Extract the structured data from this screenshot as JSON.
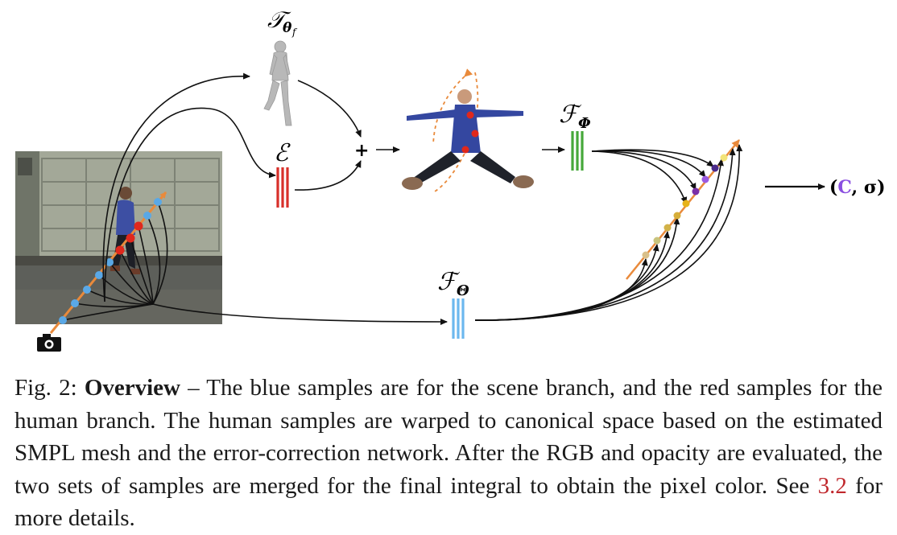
{
  "figure": {
    "labels": {
      "template_symbol": "𝒯",
      "template_sub": "θ",
      "template_subsub": "f",
      "error_net": "ℰ",
      "human_net": "ℱ",
      "human_net_sub": "Φ",
      "scene_net": "ℱ",
      "scene_net_sub": "Θ",
      "plus": "+",
      "output_open": "(",
      "output_c": "C",
      "output_rest": ", σ)"
    },
    "colors": {
      "scene_sample": "#5aa8e6",
      "human_sample": "#e0281c",
      "ray": "#e98a3b",
      "error_net": "#d8302a",
      "human_net": "#46a83a",
      "scene_net": "#6cb8ee",
      "output_c": "#8a4fe0"
    }
  },
  "caption": {
    "label": "Fig. 2:",
    "title": "Overview",
    "text_before_ref": " – The blue samples are for the scene branch, and the red samples for the human branch. The human samples are warped to canonical space based on the estimated SMPL mesh and the error-correction network. After the RGB and opacity are evaluated, the two sets of samples are merged for the final integral to obtain the pixel color. See ",
    "ref": "3.2",
    "text_after_ref": " for more details."
  }
}
